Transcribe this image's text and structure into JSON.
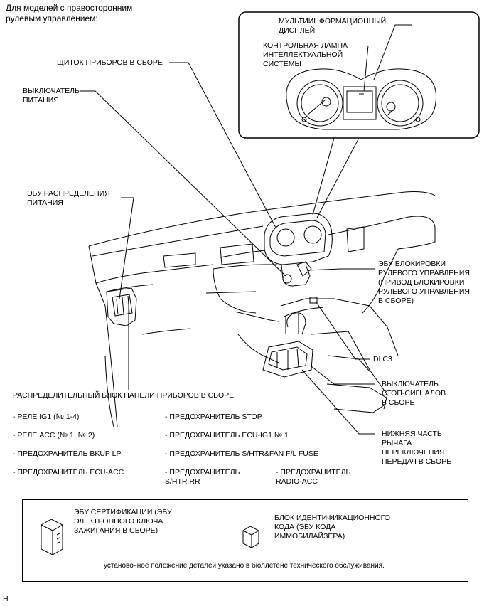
{
  "header": {
    "line1": "Для моделей с правосторонним",
    "line2": "рулевым управлением:"
  },
  "inset": {
    "multi_display_l1": "МУЛЬТИИНФОРМАЦИОННЫЙ",
    "multi_display_l2": "ДИСПЛЕЙ",
    "smart_lamp_l1": "КОНТРОЛЬНАЯ ЛАМПА",
    "smart_lamp_l2": "ИНТЕЛЛЕКТУАЛЬНОЙ",
    "smart_lamp_l3": "СИСТЕМЫ"
  },
  "labels": {
    "combination_meter": "ЩИТОК ПРИБОРОВ В СБОРЕ",
    "power_switch_l1": "ВЫКЛЮЧАТЕЛЬ",
    "power_switch_l2": "ПИТАНИЯ",
    "power_ecu_l1": "ЭБУ РАСПРЕДЕЛЕНИЯ",
    "power_ecu_l2": "ПИТАНИЯ",
    "steering_lock_l1": "ЭБУ БЛОКИРОВКИ",
    "steering_lock_l2": "РУЛЕВОГО УПРАВЛЕНИЯ",
    "steering_lock_l3": "(ПРИВОД БЛОКИРОВКИ",
    "steering_lock_l4": "РУЛЕВОГО УПРАВЛЕНИЯ",
    "steering_lock_l5": "В СБОРЕ)",
    "dlc3": "DLC3",
    "stop_switch_l1": "ВЫКЛЮЧАТЕЛЬ",
    "stop_switch_l2": "СТОП-СИГНАЛОВ",
    "stop_switch_l3": "В СБОРЕ",
    "shift_lever_l1": "НИЖНЯЯ ЧАСТЬ",
    "shift_lever_l2": "РЫЧАГА",
    "shift_lever_l3": "ПЕРЕКЛЮЧЕНИЯ",
    "shift_lever_l4": "ПЕРЕДАЧ В СБОРЕ",
    "junction_block": "РАСПРЕДЕЛИТЕЛЬНЫЙ БЛОК ПАНЕЛИ ПРИБОРОВ В СБОРЕ"
  },
  "junction_items": {
    "relay_ig1": "- РЕЛЕ IG1 (№ 1-4)",
    "relay_acc": "- РЕЛЕ ACC (№ 1, № 2)",
    "fuse_bkup": "- ПРЕДОХРАНИТЕЛЬ BKUP LP",
    "fuse_ecu_acc": "- ПРЕДОХРАНИТЕЛЬ ECU-ACC",
    "fuse_stop": "- ПРЕДОХРАНИТЕЛЬ STOP",
    "fuse_ecu_ig1": "- ПРЕДОХРАНИТЕЛЬ ECU-IG1 № 1",
    "fuse_shtr_fan": "- ПРЕДОХРАНИТЕЛЬ S/HTR&FAN F/L FUSE",
    "fuse_shtr_rr_l1": "- ПРЕДОХРАНИТЕЛЬ",
    "fuse_shtr_rr_l2": "S/HTR RR",
    "fuse_radio_l1": "- ПРЕДОХРАНИТЕЛЬ",
    "fuse_radio_l2": "RADIO-ACC"
  },
  "footer_box": {
    "cert_ecu_l1": "ЭБУ СЕРТИФИКАЦИИ (ЭБУ",
    "cert_ecu_l2": "ЭЛЕКТРОННОГО КЛЮЧА",
    "cert_ecu_l3": "ЗАЖИГАНИЯ В СБОРЕ)",
    "id_box_l1": "БЛОК ИДЕНТИФИКАЦИОННОГО",
    "id_box_l2": "КОДА (ЭБУ КОДА",
    "id_box_l3": "ИММОБИЛАЙЗЕРА)",
    "note": "установочное положение деталей указано в бюллетене технического обслуживания."
  },
  "corner_mark": "H"
}
